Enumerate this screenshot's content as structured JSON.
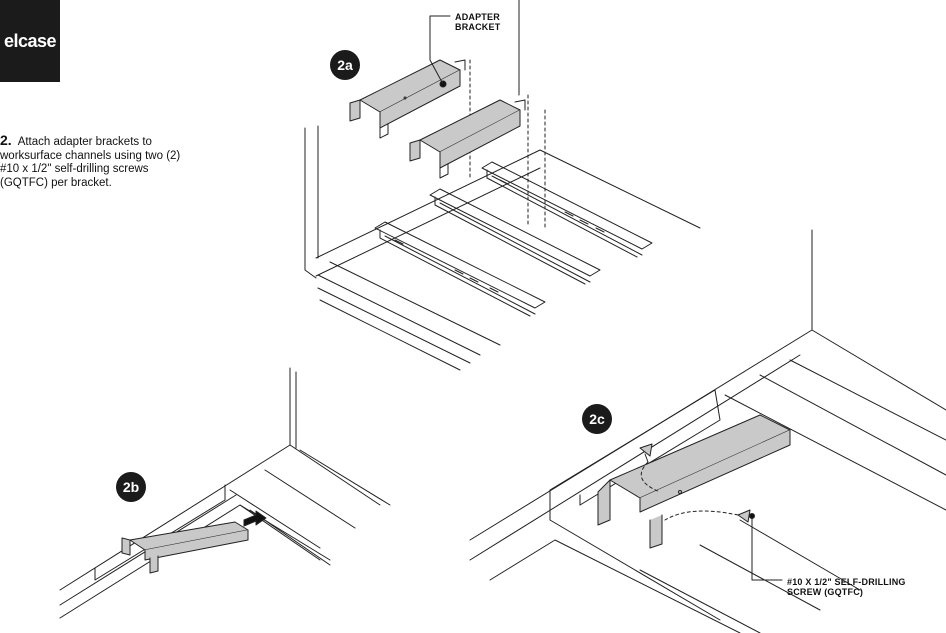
{
  "logo": {
    "text": "elcase"
  },
  "instruction": {
    "step_number": "2.",
    "lines": [
      "Attach adapter brackets to",
      "worksurface channels using two (2)",
      "#10 x 1/2\" self-drilling screws",
      "(GQTFC) per bracket."
    ]
  },
  "callouts": {
    "adapter_bracket": [
      "ADAPTER",
      "BRACKET"
    ],
    "screw": [
      "#10 X 1/2\" SELF-DRILLING",
      "SCREW (GQTFC)"
    ]
  },
  "badges": {
    "a": "2a",
    "b": "2b",
    "c": "2c"
  },
  "colors": {
    "bracket_fill": "#c9c9c9",
    "line": "#222222",
    "badge": "#1b1b1b"
  }
}
